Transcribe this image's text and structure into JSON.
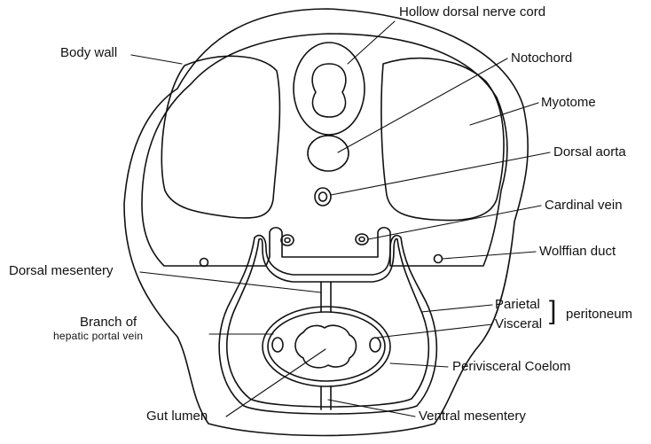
{
  "labels": {
    "hollow_dorsal_nerve_cord": "Hollow dorsal nerve cord",
    "body_wall": "Body wall",
    "notochord": "Notochord",
    "myotome": "Myotome",
    "dorsal_aorta": "Dorsal aorta",
    "cardinal_vein": "Cardinal vein",
    "wolffian_duct": "Wolffian duct",
    "dorsal_mesentery": "Dorsal mesentery",
    "parietal": "Parietal",
    "visceral": "Visceral",
    "peritoneum": "peritoneum",
    "branch_of": "Branch of",
    "hepatic_portal_vein": "hepatic portal vein",
    "perivisceral_coelom": "Perivisceral Coelom",
    "gut_lumen": "Gut lumen",
    "ventral_mesentery": "Ventral mesentery"
  },
  "colors": {
    "line": "#111111",
    "background": "#ffffff"
  }
}
